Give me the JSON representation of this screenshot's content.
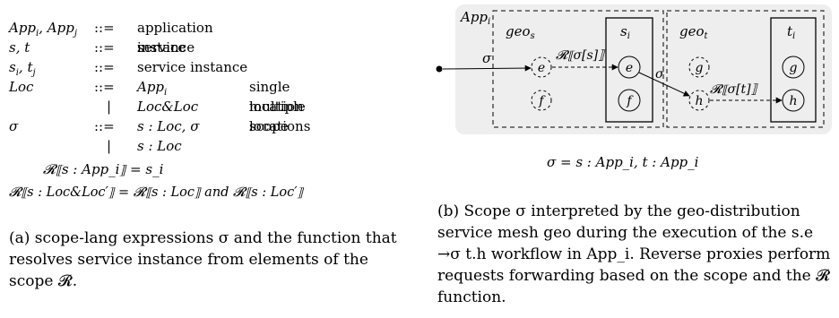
{
  "grammar": [
    {
      "lhs": "App_i, App_j",
      "op": "::=",
      "rhs": "application instance",
      "desc": ""
    },
    {
      "lhs": "s, t",
      "op": "::=",
      "rhs": "service",
      "desc": ""
    },
    {
      "lhs": "s_i, t_j",
      "op": "::=",
      "rhs": "service instance",
      "desc": ""
    },
    {
      "lhs": "Loc",
      "op": "::=",
      "rhs": "App_i",
      "desc": "single location"
    },
    {
      "lhs": "",
      "op": "|",
      "rhs": "Loc&Loc",
      "desc": "multiple locations"
    },
    {
      "lhs": "σ",
      "op": "::=",
      "rhs": "s : Loc, σ",
      "desc": "scope"
    },
    {
      "lhs": "",
      "op": "|",
      "rhs": "s : Loc",
      "desc": ""
    }
  ],
  "equations": {
    "eq1": "𝓡⟦s : App_i⟧ = s_i",
    "eq2": "𝓡⟦s : Loc&Loc′⟧ = 𝓡⟦s : Loc⟧ and 𝓡⟦s : Loc′⟧"
  },
  "caption_a": "(a) scope-lang expressions σ and the function that resolves service instance from elements of the scope 𝓡.",
  "diagram": {
    "app_label": "App_i",
    "geo_s": "geo_s",
    "geo_t": "geo_t",
    "s_i": "s_i",
    "t_i": "t_i",
    "nodes": {
      "e_ghost": "e",
      "f_ghost": "f",
      "e": "e",
      "f": "f",
      "g_ghost": "g",
      "h_ghost": "h",
      "g": "g",
      "h": "h"
    },
    "sigma_in": "σ",
    "sigma_mid": "σ",
    "R_sigma_s": "𝓡⟦σ[s]⟧",
    "R_sigma_t": "𝓡⟦σ[t]⟧"
  },
  "scope_eq": "σ = s : App_i, t : App_i",
  "caption_b": "(b) Scope σ interpreted by the geo-distribution service mesh geo during the execution of the s.e →σ t.h workflow in App_i. Reverse proxies perform requests forwarding based on the scope and the 𝓡 function.",
  "colors": {
    "diagram_bg": "#eeeeee",
    "stroke": "#000000"
  }
}
